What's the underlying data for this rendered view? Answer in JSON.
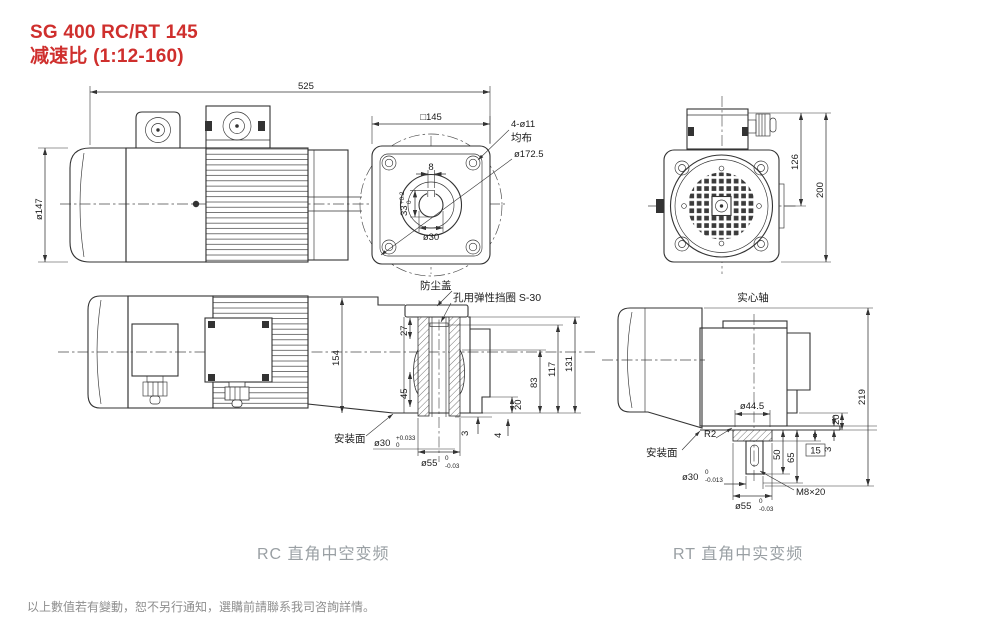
{
  "title": {
    "model": "SG 400 RC/RT 145",
    "ratio": "减速比 (1:12-160)"
  },
  "views": {
    "side": {
      "len": "525",
      "dia": "ø147"
    },
    "flange": {
      "square": "□145",
      "holes": "4-ø11",
      "even": "均布",
      "pcd": "ø172.5",
      "key_w": "8",
      "key_h": "33",
      "key_h_sup": "+0.2",
      "key_h_sub": "0",
      "bore": "ø30"
    },
    "rear": {
      "h_box": "126",
      "h_total": "200"
    },
    "rc": {
      "w": "154",
      "dust": "防尘盖",
      "circlip": "孔用弹性挡圈 S-30",
      "d27": "27",
      "d45": "45",
      "h131": "131",
      "h117": "117",
      "h83": "83",
      "h20": "20",
      "t3": "3",
      "t4": "4",
      "mount": "安装面",
      "bore": "ø30",
      "bore_sup": "+0.033",
      "bore_sub": "0",
      "hub": "ø55",
      "hub_sup": "0",
      "hub_sub": "-0.03"
    },
    "rt": {
      "solid": "实心轴",
      "h219": "219",
      "h20": "20",
      "t3": "3",
      "h15": "15",
      "h65": "65",
      "h50": "50",
      "spigot": "ø44.5",
      "fillet": "R2",
      "mount": "安装面",
      "shaft": "ø30",
      "shaft_sup": "0",
      "shaft_sub": "-0.013",
      "thread": "M8×20",
      "hub": "ø55",
      "hub_sup": "0",
      "hub_sub": "-0.03"
    }
  },
  "captions": {
    "rc": "RC 直角中空变频",
    "rt": "RT 直角中实变频"
  },
  "footer": {
    "note": "以上數值若有變動，恕不另行通知，選購前請聯系我司咨詢詳情。"
  },
  "colors": {
    "title_red": "#cf2f2d",
    "line": "#333333",
    "caption_gray": "#9aa0a4",
    "footer_gray": "#8e8e8e"
  }
}
